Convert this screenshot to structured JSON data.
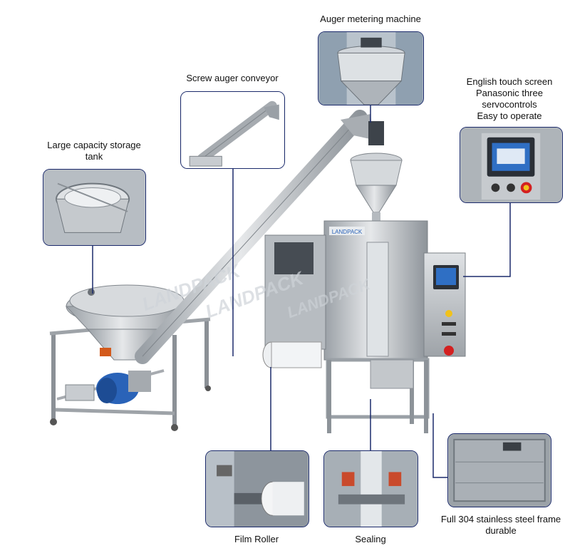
{
  "labels": {
    "auger_machine": "Auger metering machine",
    "screw_conveyor": "Screw auger conveyor",
    "touch_screen_1": "English touch screen",
    "touch_screen_2": "Panasonic three",
    "touch_screen_3": "servocontrols",
    "touch_screen_4": "Easy to operate",
    "storage_tank_1": "Large capacity storage",
    "storage_tank_2": "tank",
    "film_roller": "Film Roller",
    "sealing": "Sealing",
    "steel_frame_1": "Full 304 stainless steel frame",
    "steel_frame_2": "durable"
  },
  "watermark": "LANDPACK",
  "brand_plate": "LANDPACK",
  "colors": {
    "callout_border": "#1b2a6b",
    "steel": "#c9ccd0",
    "motor_blue": "#2a63b8",
    "emergency_red": "#d32020",
    "screen_blue": "#2f6fc4"
  }
}
